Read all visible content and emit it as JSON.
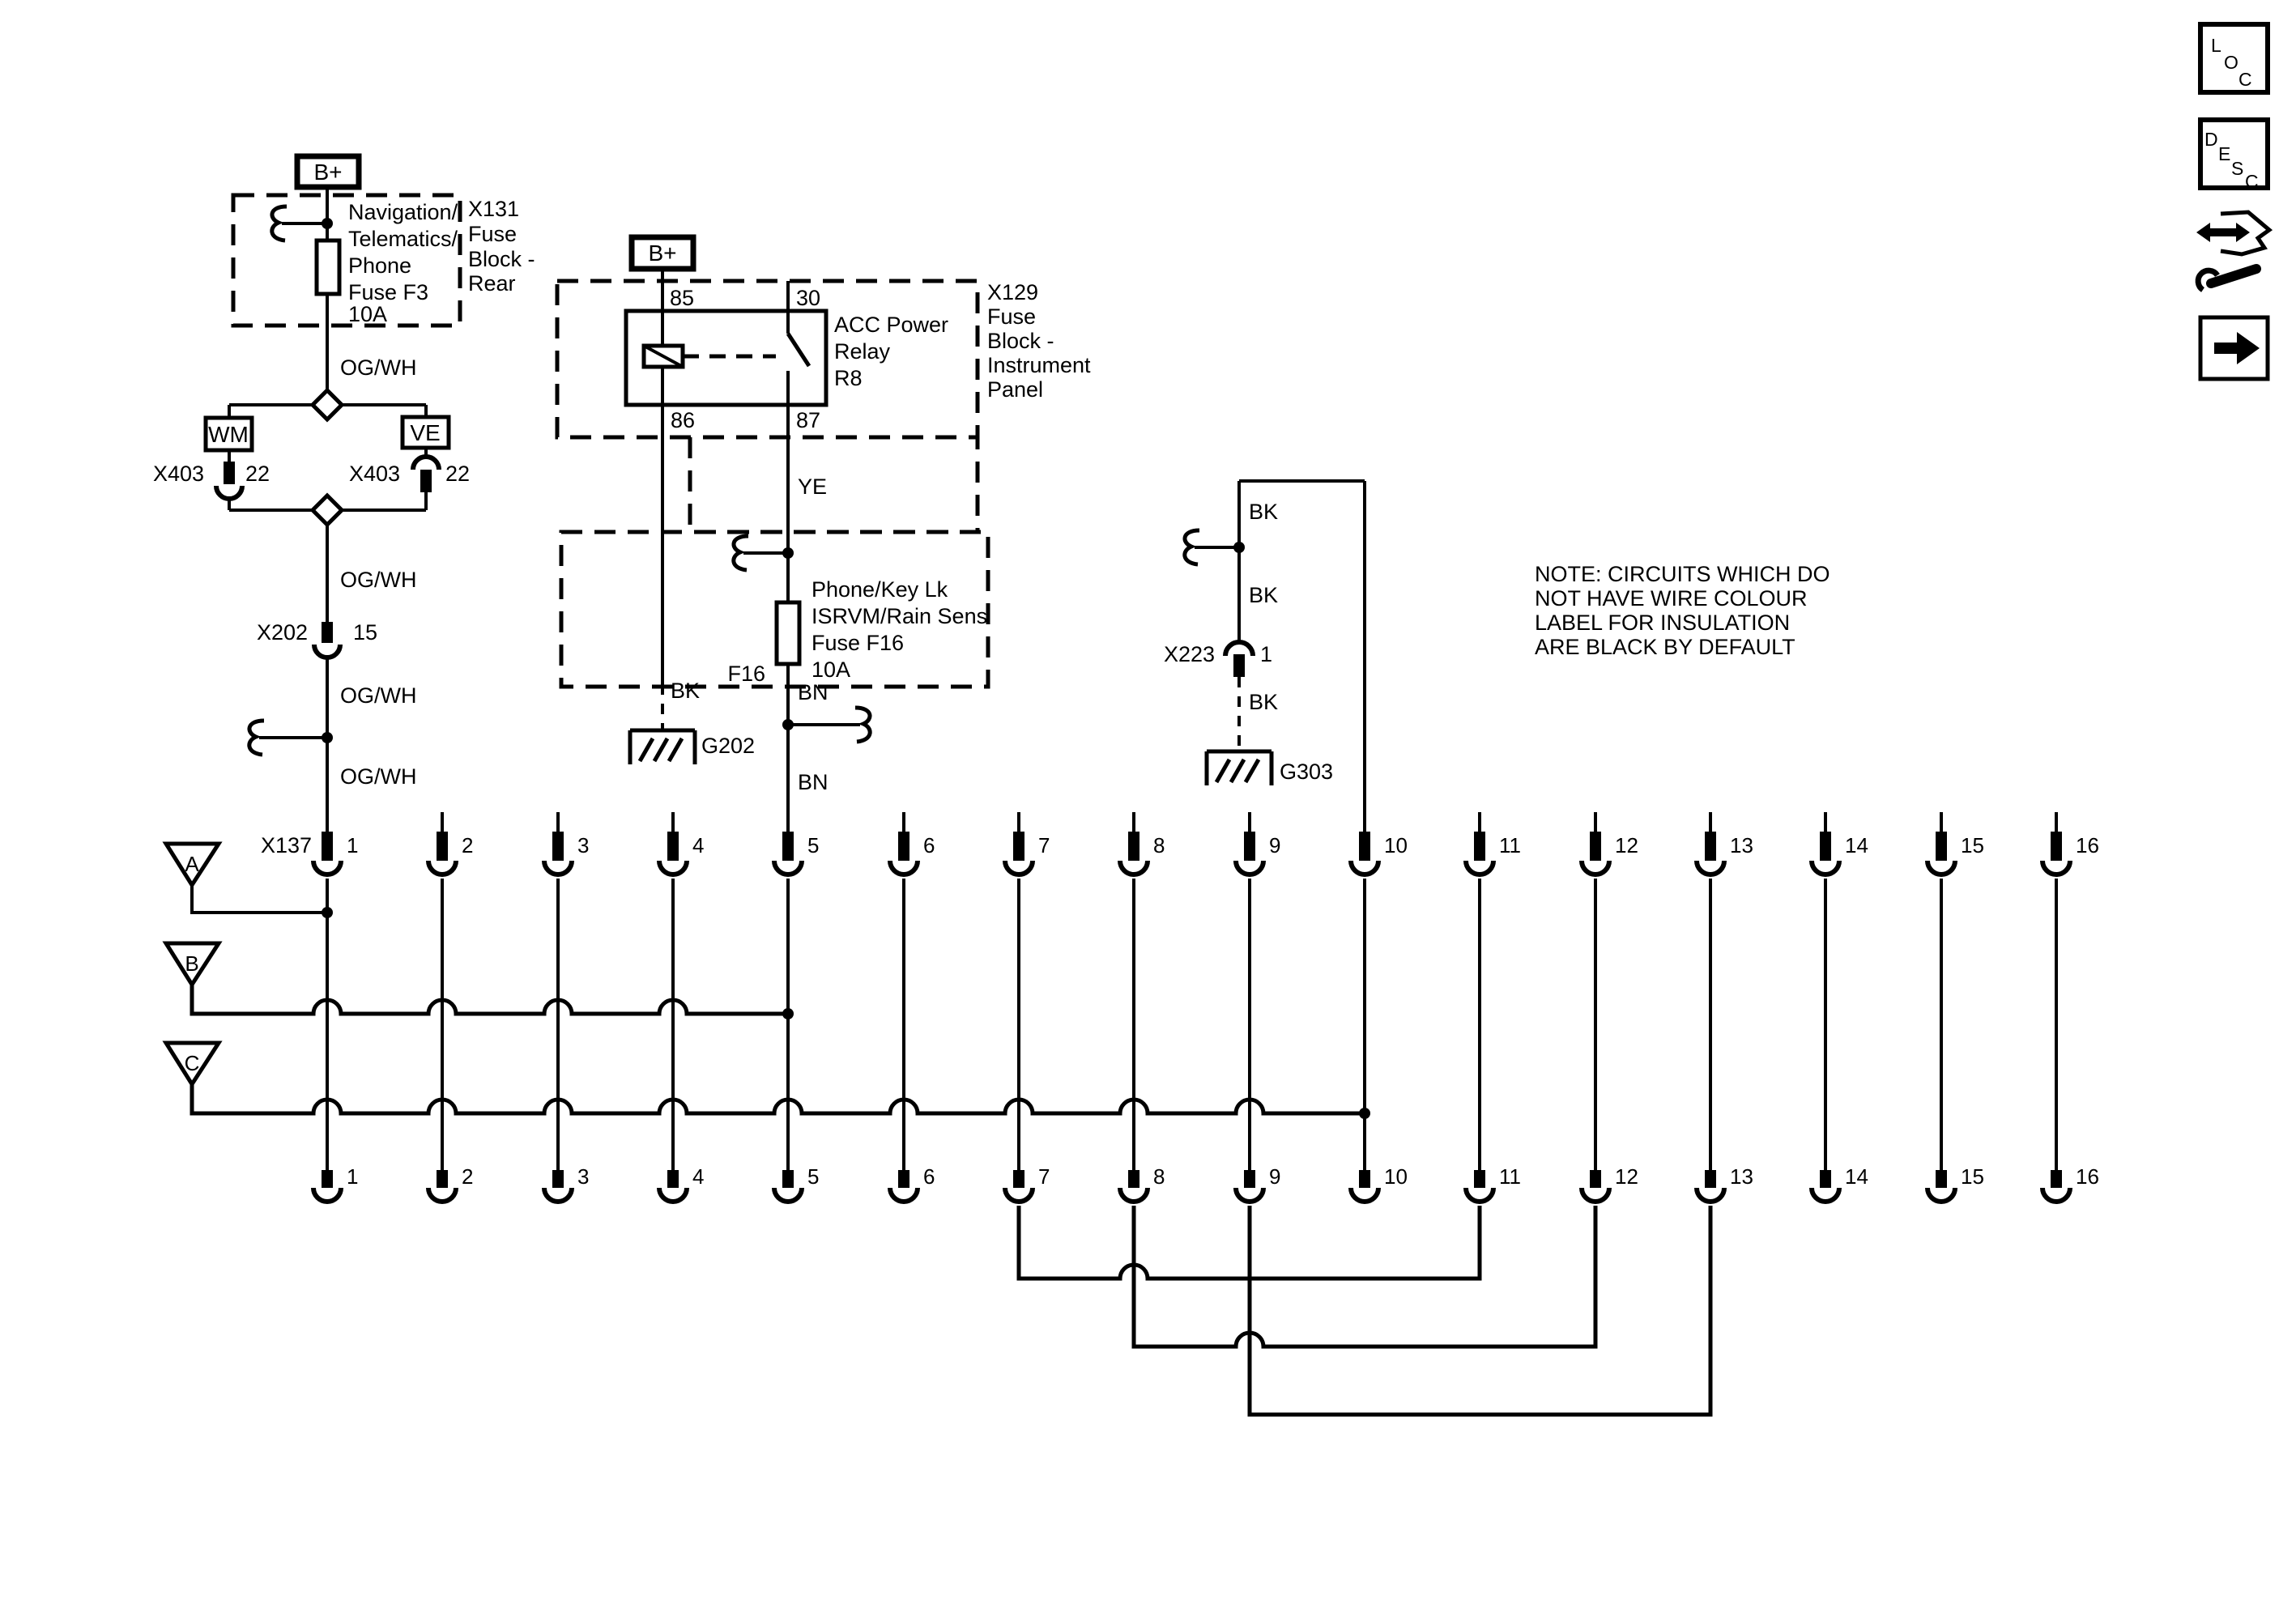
{
  "page": {
    "bg": "#ffffff",
    "ink": "#000000"
  },
  "toolbar": {
    "loc": [
      "L",
      "O",
      "C"
    ],
    "desc": [
      "D",
      "E",
      "S",
      "C"
    ]
  },
  "left_circuit": {
    "b_plus": "B+",
    "fuse_block": {
      "lines": [
        "Navigation/",
        "Telematics/",
        "Phone",
        "Fuse F3",
        "10A"
      ],
      "title": [
        "X131",
        "Fuse",
        "Block -",
        "Rear"
      ]
    },
    "wire1": "OG/WH",
    "wire2": "OG/WH",
    "wire3": "OG/WH",
    "wire4": "OG/WH",
    "wm": "WM",
    "ve": "VE",
    "x403_l": {
      "name": "X403",
      "pin": "22"
    },
    "x403_r": {
      "name": "X403",
      "pin": "22"
    },
    "x202": {
      "name": "X202",
      "pin": "15"
    },
    "x137": "X137"
  },
  "relay_circuit": {
    "b_plus": "B+",
    "pins": {
      "p85": "85",
      "p30": "30",
      "p86": "86",
      "p87": "87"
    },
    "name": [
      "ACC Power",
      "Relay",
      "R8"
    ],
    "block_title": [
      "X129",
      "Fuse",
      "Block -",
      "Instrument",
      "Panel"
    ],
    "wire_ye": "YE",
    "fuse": {
      "lines": [
        "Phone/Key Lk",
        "ISRVM/Rain Sens",
        "Fuse F16",
        "10A"
      ],
      "ref": "F16"
    },
    "wire_bk": "BK",
    "ground": "G202",
    "wire_bn1": "BN",
    "wire_bn2": "BN"
  },
  "ground_circuit": {
    "bk1": "BK",
    "bk2": "BK",
    "bk3": "BK",
    "x223": {
      "name": "X223",
      "pin": "1"
    },
    "ground": "G303"
  },
  "note": [
    "NOTE: CIRCUITS WHICH DO",
    "NOT HAVE WIRE COLOUR",
    "LABEL FOR INSULATION",
    "ARE BLACK BY DEFAULT"
  ],
  "triangles": [
    "A",
    "B",
    "C"
  ],
  "pins": {
    "top": [
      "1",
      "2",
      "3",
      "4",
      "5",
      "6",
      "7",
      "8",
      "9",
      "10",
      "11",
      "12",
      "13",
      "14",
      "15",
      "16"
    ],
    "bottom": [
      "1",
      "2",
      "3",
      "4",
      "5",
      "6",
      "7",
      "8",
      "9",
      "10",
      "11",
      "12",
      "13",
      "14",
      "15",
      "16"
    ]
  }
}
